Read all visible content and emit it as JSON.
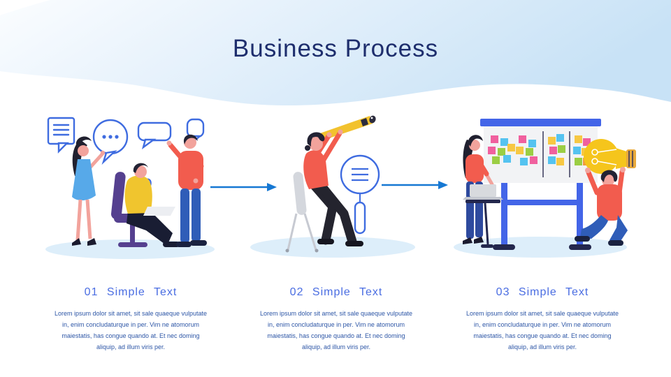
{
  "title": "Business Process",
  "steps": [
    {
      "heading": "01 Simple Text",
      "body": "Lorem ipsum dolor sit amet, sit sale quaeque vulputate in, enim concludaturque in per. Vim ne atomorum maiestatis, has congue quando at. Et nec doming aliquip, ad illum viris per.",
      "illustration": "team-discussion"
    },
    {
      "heading": "02 Simple Text",
      "body": "Lorem ipsum dolor sit amet, sit sale quaeque vulputate in, enim concludaturque in per. Vim ne atomorum maiestatis, has congue quando at. Et nec doming aliquip, ad illum viris per.",
      "illustration": "telescope-search"
    },
    {
      "heading": "03 Simple Text",
      "body": "Lorem ipsum dolor sit amet, sit sale quaeque vulputate in, enim concludaturque in per. Vim ne atomorum maiestatis, has congue quando at. Et nec doming aliquip, ad illum viris per.",
      "illustration": "whiteboard-idea"
    }
  ],
  "colors": {
    "title_text": "#1e2e6d",
    "heading_text": "#4a6de2",
    "body_text": "#2d56a6",
    "arrow_blue": "#1678d3",
    "outline_blue": "#3f6ce0",
    "band_blue": "#c8e2f6",
    "shadow_blue": "#ddeefa",
    "shirt_red": "#f25c4e",
    "accent_yellow": "#f2c22e",
    "jeans_blue": "#2f5db8",
    "chair_purple": "#55408f",
    "dress_blue": "#57a9e9"
  }
}
